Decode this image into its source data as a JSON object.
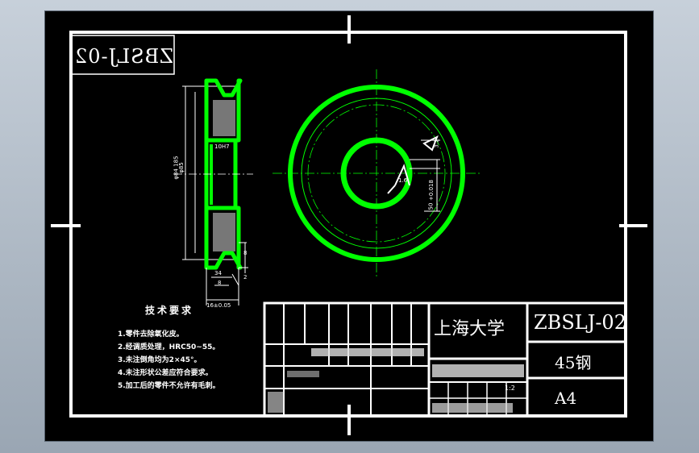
{
  "drawing": {
    "code_mirrored": "ZBSLJ-02",
    "tech_requirements": {
      "title": "技术要求",
      "items": [
        "1.零件去除氧化皮。",
        "2.经调质处理，HRC50~55。",
        "3.未注倒角均为2×45°。",
        "4.未注形状公差应符合要求。",
        "5.加工后的零件不允许有毛刺。"
      ]
    },
    "title_block": {
      "university": "上海大学",
      "drawing_code": "ZBSLJ-02",
      "material": "45钢",
      "sheet_size": "A4",
      "scale": "1:2"
    },
    "dimensions": {
      "outer_dia": "φ85",
      "inner_dia": "φ84 185",
      "hub_w": "10H7",
      "w34": "34",
      "w8": "8",
      "w16": "16±0.05",
      "h8": "8",
      "h2": "2",
      "keyway": "+0.018",
      "k50": "50",
      "k16": "1.6",
      "surf": "3.2"
    },
    "colors": {
      "part": "#00ff00",
      "lines": "#ffffff",
      "background": "#000000"
    }
  }
}
